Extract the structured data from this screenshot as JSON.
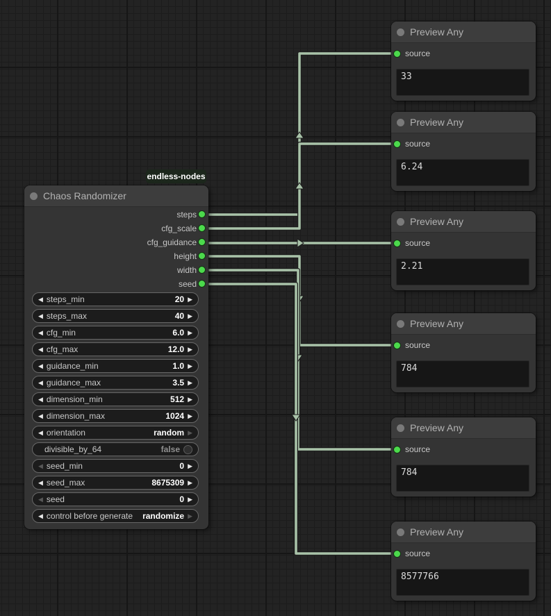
{
  "canvas": {
    "badge_label": "endless-nodes"
  },
  "icons": {
    "decrement": "◀",
    "increment": "▶"
  },
  "colors": {
    "port_green": "#4cd94c",
    "wire": "#a9c3a9",
    "node_body": "#343434",
    "node_title": "#3d3d3d",
    "badge_bg": "#1c271c",
    "canvas_bg": "#232323"
  },
  "chaos_node": {
    "title": "Chaos Randomizer",
    "outputs": [
      {
        "label": "steps"
      },
      {
        "label": "cfg_scale"
      },
      {
        "label": "cfg_guidance"
      },
      {
        "label": "height"
      },
      {
        "label": "width"
      },
      {
        "label": "seed"
      }
    ],
    "widgets": [
      {
        "label": "steps_min",
        "value": "20"
      },
      {
        "label": "steps_max",
        "value": "40"
      },
      {
        "label": "cfg_min",
        "value": "6.0"
      },
      {
        "label": "cfg_max",
        "value": "12.0"
      },
      {
        "label": "guidance_min",
        "value": "1.0"
      },
      {
        "label": "guidance_max",
        "value": "3.5"
      },
      {
        "label": "dimension_min",
        "value": "512"
      },
      {
        "label": "dimension_max",
        "value": "1024"
      },
      {
        "label": "orientation",
        "value": "random"
      },
      {
        "label": "divisible_by_64",
        "value": "false"
      },
      {
        "label": "seed_min",
        "value": "0"
      },
      {
        "label": "seed_max",
        "value": "8675309"
      },
      {
        "label": "seed",
        "value": "0"
      },
      {
        "label": "control before generate",
        "value": "randomize"
      }
    ]
  },
  "preview_nodes": [
    {
      "title": "Preview Any",
      "input_label": "source",
      "value": "33"
    },
    {
      "title": "Preview Any",
      "input_label": "source",
      "value": "6.24"
    },
    {
      "title": "Preview Any",
      "input_label": "source",
      "value": "2.21"
    },
    {
      "title": "Preview Any",
      "input_label": "source",
      "value": "784"
    },
    {
      "title": "Preview Any",
      "input_label": "source",
      "value": "784"
    },
    {
      "title": "Preview Any",
      "input_label": "source",
      "value": "8577766"
    }
  ]
}
